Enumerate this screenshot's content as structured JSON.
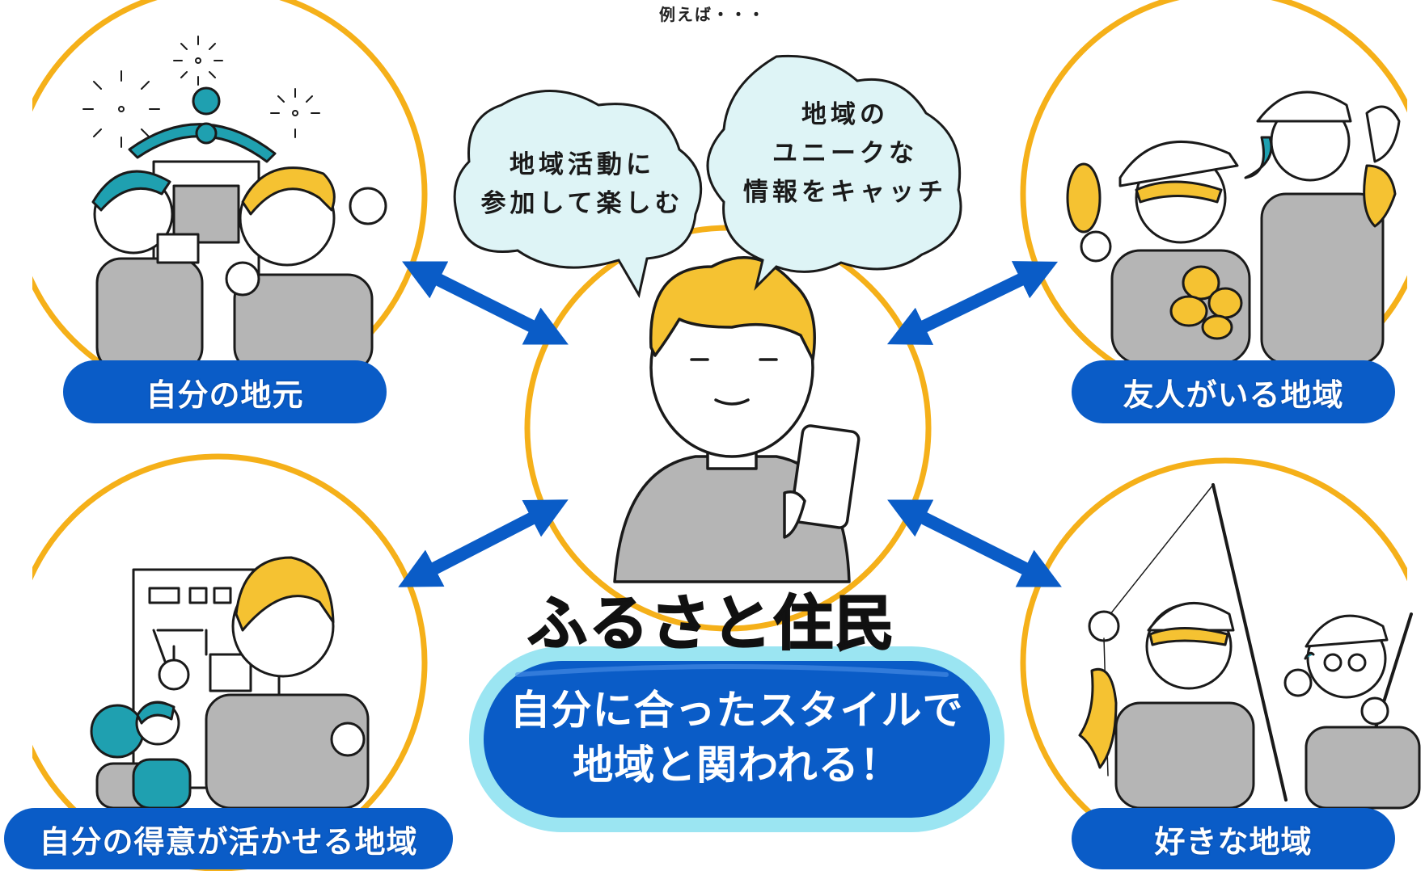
{
  "header": {
    "note": "例えば・・・"
  },
  "center": {
    "title": "ふるさと住民",
    "subtitle_line1": "自分に合ったスタイルで",
    "subtitle_line2": "地域と関われる！"
  },
  "bubbles": [
    {
      "lines": [
        "地域活動に",
        "参加して楽しむ"
      ]
    },
    {
      "lines": [
        "地域の",
        "ユニークな",
        "情報をキャッチ"
      ]
    }
  ],
  "regions": [
    {
      "label": "自分の地元"
    },
    {
      "label": "友人がいる地域"
    },
    {
      "label": "自分の得意が活かせる地域"
    },
    {
      "label": "好きな地域"
    }
  ],
  "colors": {
    "accent_blue": "#0a5cc7",
    "ring_orange": "#f5b019",
    "hair_yellow": "#f5c232",
    "bubble_fill": "#def4f6",
    "shirt_gray": "#b5b5b5",
    "teal": "#1fa0b0"
  }
}
